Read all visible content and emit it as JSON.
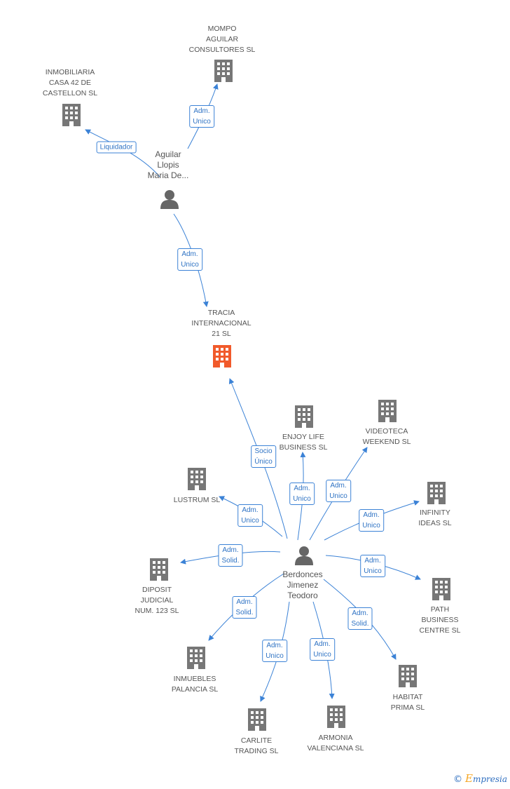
{
  "colors": {
    "edge": "#3b82d6",
    "building": "#777777",
    "building_focus": "#f15a2b",
    "person": "#666666"
  },
  "nodes": {
    "mompo": {
      "label": "MOMPO\nAGUILAR\nCONSULTORES SL",
      "icon": "building-icon"
    },
    "casa42": {
      "label": "INMOBILIARIA\nCASA 42 DE\nCASTELLON SL",
      "icon": "building-icon"
    },
    "aguilar": {
      "label": "Aguilar\nLlopis\nMaria De...",
      "icon": "person-icon"
    },
    "tracia": {
      "label": "TRACIA\nINTERNACIONAL\n21 SL",
      "icon": "building-icon"
    },
    "enjoy": {
      "label": "ENJOY LIFE\nBUSINESS SL",
      "icon": "building-icon"
    },
    "videoteca": {
      "label": "VIDEOTECA\nWEEKEND SL",
      "icon": "building-icon"
    },
    "lustrum": {
      "label": "LUSTRUM SL",
      "icon": "building-icon"
    },
    "infinity": {
      "label": "INFINITY\nIDEAS SL",
      "icon": "building-icon"
    },
    "diposit": {
      "label": "DIPOSIT\nJUDICIAL\nNUM.  123 SL",
      "icon": "building-icon"
    },
    "berdonces": {
      "label": "Berdonces\nJimenez\nTeodoro",
      "icon": "person-icon"
    },
    "path": {
      "label": "PATH\nBUSINESS\nCENTRE SL",
      "icon": "building-icon"
    },
    "inmuebles": {
      "label": "INMUEBLES\nPALANCIA SL",
      "icon": "building-icon"
    },
    "habitat": {
      "label": "HABITAT\nPRIMA SL",
      "icon": "building-icon"
    },
    "carlite": {
      "label": "CARLITE\nTRADING SL",
      "icon": "building-icon"
    },
    "armonia": {
      "label": "ARMONIA\nVALENCIANA SL",
      "icon": "building-icon"
    }
  },
  "edges": {
    "aguilar_mompo": "Adm.\nUnico",
    "aguilar_casa42": "Liquidador",
    "aguilar_tracia": "Adm.\nUnico",
    "berdonces_tracia": "Socio\nÚnico",
    "berdonces_enjoy": "Adm.\nUnico",
    "berdonces_videoteca": "Adm.\nUnico",
    "berdonces_lustrum": "Adm.\nUnico",
    "berdonces_infinity": "Adm.\nUnico",
    "berdonces_diposit": "Adm.\nSolid.",
    "berdonces_path": "Adm.\nUnico",
    "berdonces_inmuebles": "Adm.\nSolid.",
    "berdonces_habitat": "Adm.\nSolid.",
    "berdonces_carlite": "Adm.\nUnico",
    "berdonces_armonia": "Adm.\nUnico"
  },
  "footer": {
    "copyright": "©",
    "brand_first": "E",
    "brand_rest": "mpresia"
  }
}
